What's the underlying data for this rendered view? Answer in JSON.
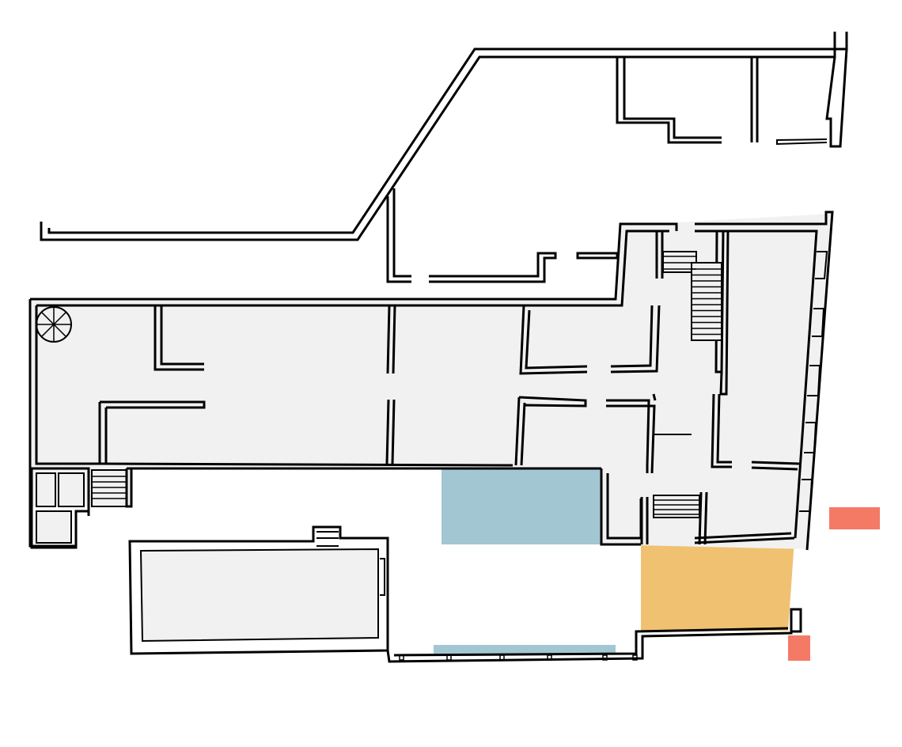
{
  "colors": {
    "background": "#ffffff",
    "wall": "#000000",
    "floor": "#f1f1f1",
    "blue_zone": "#a3c6d3",
    "orange_zone": "#efc171",
    "red_marker": "#f47a66"
  },
  "legend": {},
  "zones": [
    {
      "name": "blue-courtyard-zone",
      "color_key": "blue_zone"
    },
    {
      "name": "blue-strip-zone",
      "color_key": "blue_zone"
    },
    {
      "name": "orange-zone",
      "color_key": "orange_zone"
    },
    {
      "name": "red-marker-east",
      "color_key": "red_marker"
    },
    {
      "name": "red-marker-south",
      "color_key": "red_marker"
    }
  ],
  "icons": {
    "spiral_stair": "spiral-stair-icon",
    "straight_stair": "straight-stair-icon"
  }
}
